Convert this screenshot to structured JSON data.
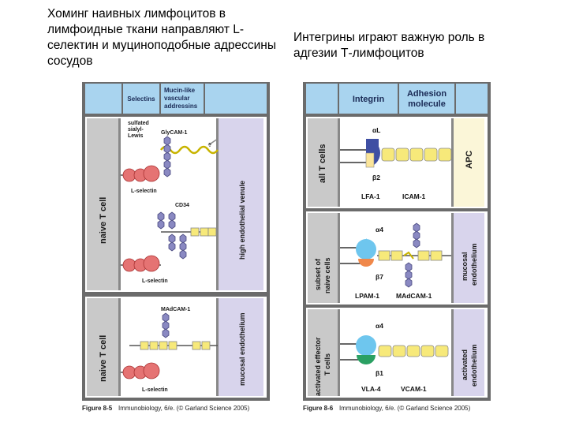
{
  "captions": {
    "left": "Хоминг наивных лимфоцитов в лимфоидные ткани направляют L-селектин и муциноподобные адрессины сосудов",
    "right": "Интегрины играют важную роль в адгезии Т-лимфоцитов"
  },
  "figure_left": {
    "header_selectins": "Selectins",
    "header_mucin": [
      "Mucin-like",
      "vascular",
      "addressins"
    ],
    "top_panel": {
      "cell_label": "naive T cell",
      "tissue_label": "high endothelial venule",
      "sulfated": [
        "sulfated",
        "sialyl-",
        "Lewis"
      ],
      "glycam": "GlyCAM-1",
      "question": "?",
      "lselectin_1": "L-selectin",
      "cd34": "CD34",
      "lselectin_2": "L-selectin"
    },
    "bottom_panel": {
      "cell_label": "naive T cell",
      "tissue_label": "mucosal endothelium",
      "madcam": "MAdCAM-1",
      "lselectin": "L-selectin"
    },
    "footer_fig": "Figure 8-5",
    "footer_book": "Immunobiology, 6/e. (© Garland Science 2005)"
  },
  "figure_right": {
    "header_integrin": "Integrin",
    "header_adhesion": [
      "Adhesion",
      "molecule"
    ],
    "panel1": {
      "cell_label": "all T cells",
      "tissue_label": "APC",
      "alpha": "αL",
      "beta": "β2",
      "integrin": "LFA-1",
      "ligand": "ICAM-1"
    },
    "panel2": {
      "cell_label": [
        "subset of",
        "naive cells"
      ],
      "tissue_label": [
        "mucosal",
        "endothelium"
      ],
      "alpha": "α4",
      "beta": "β7",
      "integrin": "LPAM-1",
      "ligand": "MAdCAM-1"
    },
    "panel3": {
      "cell_label": [
        "activated effector",
        "T cells"
      ],
      "tissue_label": [
        "activated",
        "endothelium"
      ],
      "alpha": "α4",
      "beta": "β1",
      "integrin": "VLA-4",
      "ligand": "VCAM-1"
    },
    "footer_fig": "Figure 8-6",
    "footer_book": "Immunobiology, 6/e. (© Garland Science 2005)"
  },
  "colors": {
    "header_blue": "#a9d4ef",
    "cell_gray": "#c9c9c9",
    "tissue_lavender": "#d8d4ec",
    "tissue_cream": "#fbf6d8",
    "selectin_red": "#e57373",
    "mucin_purple": "#8a89c2",
    "integrin_navy": "#3f4fa3",
    "integrin_blue": "#6ec6ee",
    "integrin_orange": "#f0884a",
    "integrin_green": "#2aa063",
    "ligand_yellow": "#f7e97a",
    "chain_yellow": "#d8cf3c"
  }
}
